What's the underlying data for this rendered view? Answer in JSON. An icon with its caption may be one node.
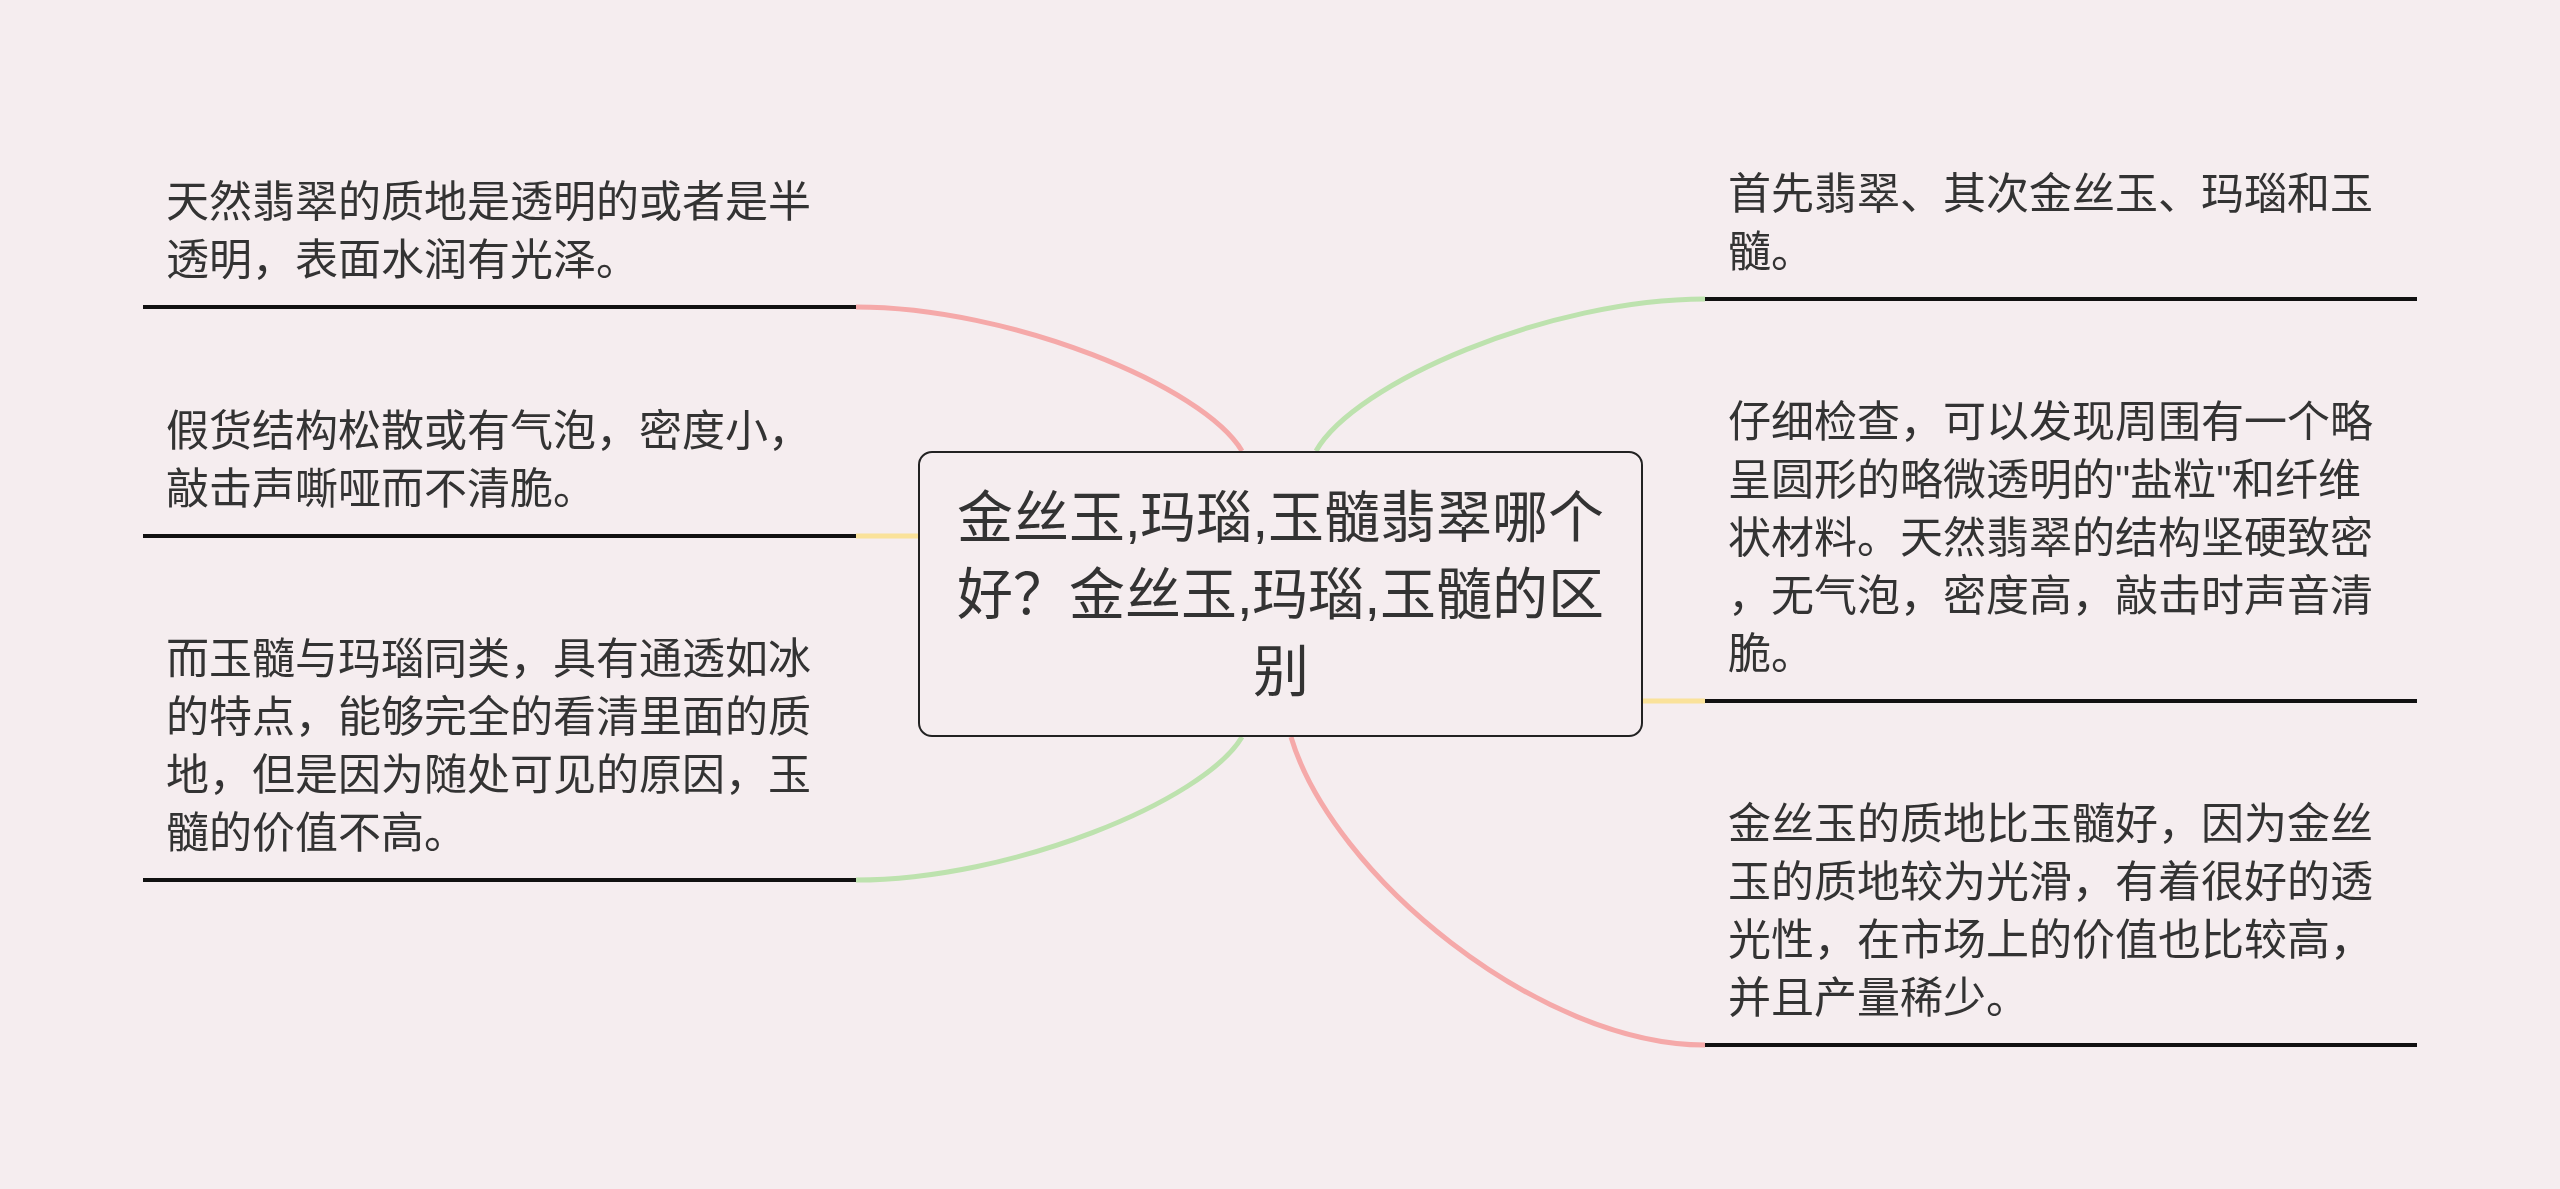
{
  "diagram": {
    "nodes": [
      {
        "text": [
          "金丝玉,玛瑙,玉髓翡翠哪个好？金丝玉,玛瑙,玉髓的区别"
        ]
      },
      {
        "text": [
          "天然翡翠的质地是透明的或者是半透明，表面水润有光泽。"
        ]
      },
      {
        "text": [
          "假货结构松散或有气泡，密度小，敲击声嘶哑而不清脆。"
        ]
      },
      {
        "text": [
          "而玉髓与玛瑙同类，具有通透如冰的特点，能够完全的看清里面的质地，但是因为随处可见的原因，玉髓的价值不高。"
        ]
      },
      {
        "text": [
          "首先翡翠、其次金丝玉、玛瑙和玉髓。"
        ]
      },
      {
        "text": [
          "仔细检查，可以发现周围有一个略呈圆形的略微透明的\"盐粒\"和纤维状材料。天然翡翠的结构坚硬致密，无气泡，密度高，敲击时声音清脆。"
        ]
      },
      {
        "text": [
          "金丝玉的质地比玉髓好，因为金丝玉的质地较为光滑，有着很好的透光性，在市场上的价值也比较高，并且产量稀少。"
        ]
      }
    ],
    "edges": [
      {
        "from": 0,
        "to": 1,
        "arrow": "none",
        "color": "#f5a9a9"
      },
      {
        "from": 0,
        "to": 2,
        "arrow": "none",
        "color": "#fae29a"
      },
      {
        "from": 0,
        "to": 3,
        "arrow": "none",
        "color": "#bde2ae"
      },
      {
        "from": 0,
        "to": 4,
        "arrow": "none",
        "color": "#bde2ae"
      },
      {
        "from": 0,
        "to": 5,
        "arrow": "none",
        "color": "#fae29a"
      },
      {
        "from": 0,
        "to": 6,
        "arrow": "none",
        "color": "#f5a9a9"
      }
    ]
  }
}
